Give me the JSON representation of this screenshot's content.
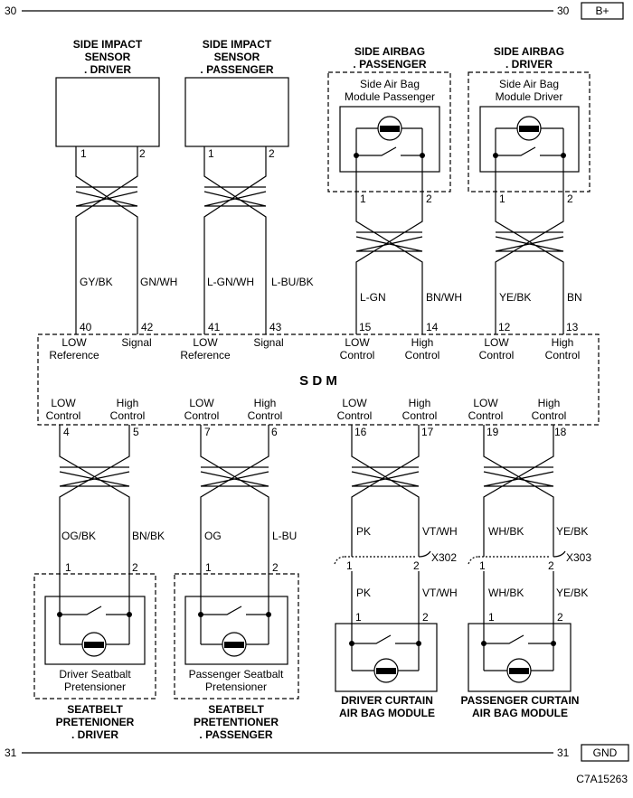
{
  "rails": {
    "top": {
      "left_num": "30",
      "right_num": "30",
      "label": "B+"
    },
    "bottom": {
      "left_num": "31",
      "right_num": "31",
      "label": "GND"
    }
  },
  "top_components": {
    "sensor_driver": {
      "title": [
        "SIDE IMPACT",
        "SENSOR",
        ". DRIVER"
      ],
      "pins": [
        "1",
        "2"
      ],
      "wires": [
        "GY/BK",
        "GN/WH"
      ]
    },
    "sensor_passenger": {
      "title": [
        "SIDE IMPACT",
        "SENSOR",
        ". PASSENGER"
      ],
      "pins": [
        "1",
        "2"
      ],
      "wires": [
        "L-GN/WH",
        "L-BU/BK"
      ]
    },
    "airbag_passenger": {
      "title": [
        "SIDE AIRBAG",
        ". PASSENGER"
      ],
      "inner": [
        "Side Air Bag",
        "Module Passenger"
      ],
      "pins": [
        "1",
        "2"
      ],
      "wires": [
        "L-GN",
        "BN/WH"
      ]
    },
    "airbag_driver": {
      "title": [
        "SIDE AIRBAG",
        ". DRIVER"
      ],
      "inner": [
        "Side Air Bag",
        "Module Driver"
      ],
      "pins": [
        "1",
        "2"
      ],
      "wires": [
        "YE/BK",
        "BN"
      ]
    }
  },
  "sdm": {
    "label": "S D M",
    "top_pins": [
      "40",
      "42",
      "41",
      "43",
      "15",
      "14",
      "12",
      "13"
    ],
    "top_labels": [
      [
        "LOW",
        "Reference"
      ],
      [
        "Signal"
      ],
      [
        "LOW",
        "Reference"
      ],
      [
        "Signal"
      ],
      [
        "LOW",
        "Control"
      ],
      [
        "High",
        "Control"
      ],
      [
        "LOW",
        "Control"
      ],
      [
        "High",
        "Control"
      ]
    ],
    "bottom_pins": [
      "4",
      "5",
      "7",
      "6",
      "16",
      "17",
      "19",
      "18"
    ],
    "bottom_labels": [
      [
        "LOW",
        "Control"
      ],
      [
        "High",
        "Control"
      ],
      [
        "LOW",
        "Control"
      ],
      [
        "High",
        "Control"
      ],
      [
        "LOW",
        "Control"
      ],
      [
        "High",
        "Control"
      ],
      [
        "LOW",
        "Control"
      ],
      [
        "High",
        "Control"
      ]
    ]
  },
  "bottom_components": {
    "pret_driver": {
      "wires": [
        "OG/BK",
        "BN/BK"
      ],
      "pins": [
        "1",
        "2"
      ],
      "inner": [
        "Driver Seatbalt",
        "Pretensioner"
      ],
      "title": [
        "SEATBELT",
        "PRETENIONER",
        ". DRIVER"
      ]
    },
    "pret_passenger": {
      "wires": [
        "OG",
        "L-BU"
      ],
      "pins": [
        "1",
        "2"
      ],
      "inner": [
        "Passenger Seatbalt",
        "Pretensioner"
      ],
      "title": [
        "SEATBELT",
        "PRETENTIONER",
        ". PASSENGER"
      ]
    },
    "curtain_driver": {
      "wires_upper": [
        "PK",
        "VT/WH"
      ],
      "connector": "X302",
      "pins_upper": [
        "1",
        "2"
      ],
      "wires_lower": [
        "PK",
        "VT/WH"
      ],
      "pins_lower": [
        "1",
        "2"
      ],
      "title": [
        "DRIVER CURTAIN",
        "AIR BAG MODULE"
      ]
    },
    "curtain_passenger": {
      "wires_upper": [
        "WH/BK",
        "YE/BK"
      ],
      "connector": "X303",
      "pins_upper": [
        "1",
        "2"
      ],
      "wires_lower": [
        "WH/BK",
        "YE/BK"
      ],
      "pins_lower": [
        "1",
        "2"
      ],
      "title": [
        "PASSENGER CURTAIN",
        "AIR BAG MODULE"
      ]
    }
  },
  "figure_id": "C7A15263"
}
